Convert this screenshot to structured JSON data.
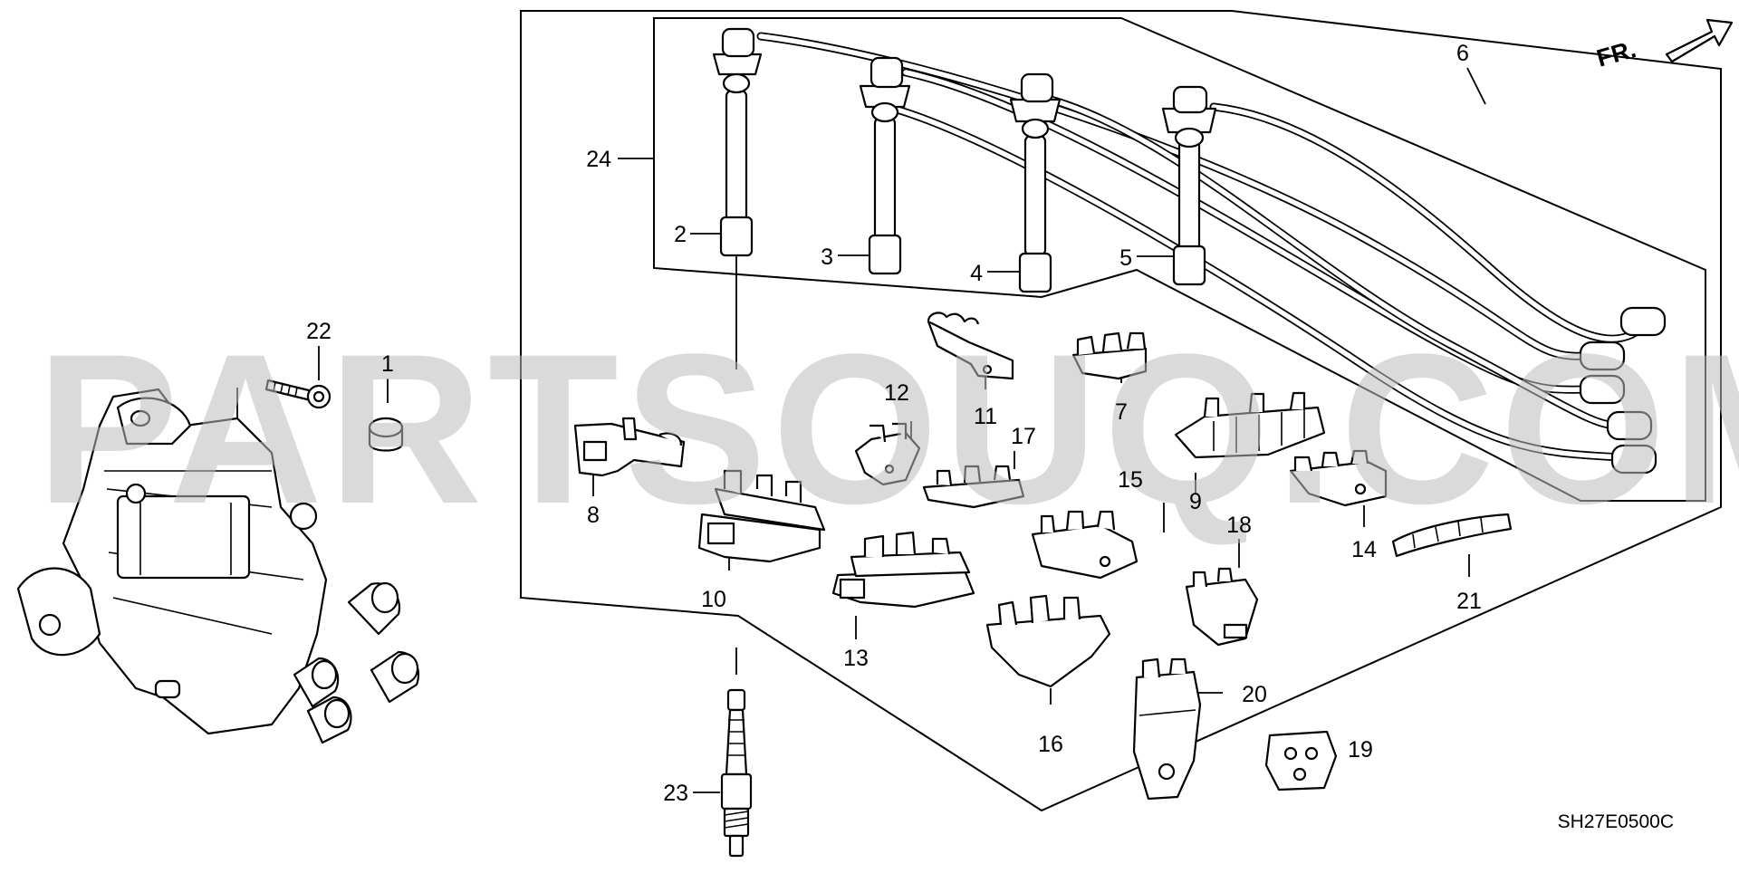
{
  "diagram": {
    "watermark": "PARTSOUQ.COM",
    "direction_label": "FR.",
    "diagram_code": "SH27E0500C",
    "callouts": {
      "c1": "1",
      "c2": "2",
      "c3": "3",
      "c4": "4",
      "c5": "5",
      "c6": "6",
      "c7": "7",
      "c8": "8",
      "c9": "9",
      "c10": "10",
      "c11": "11",
      "c12": "12",
      "c13": "13",
      "c14": "14",
      "c15": "15",
      "c16": "16",
      "c17": "17",
      "c18": "18",
      "c19": "19",
      "c20": "20",
      "c21": "21",
      "c22": "22",
      "c23": "23",
      "c24": "24"
    }
  }
}
